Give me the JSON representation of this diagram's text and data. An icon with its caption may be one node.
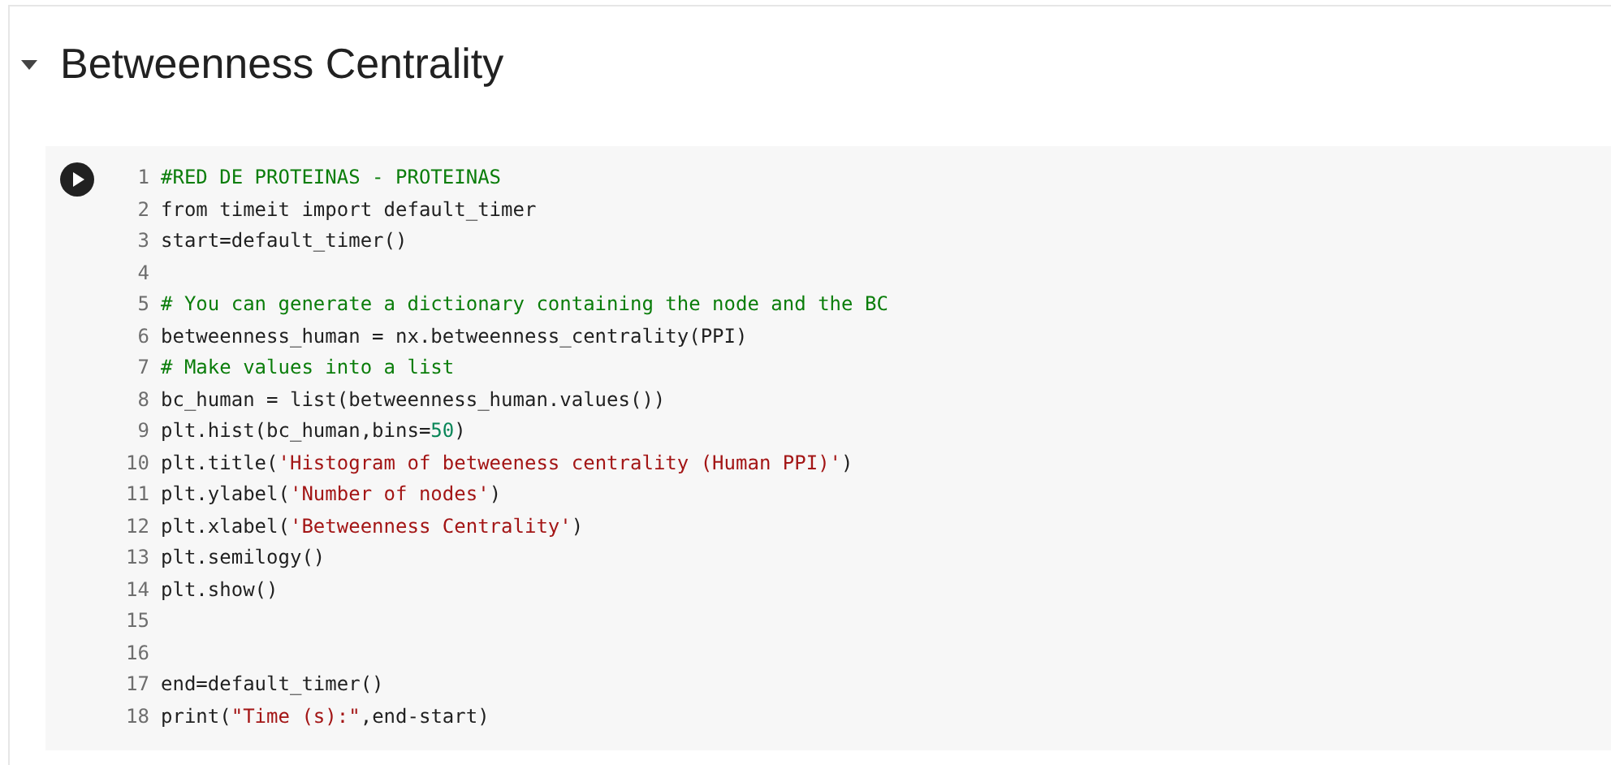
{
  "diagram": {
    "title": "Betweenness Centrality",
    "labels": [
      "1",
      "#RED DE PROTEINAS - PROTEINAS",
      "2",
      "from timeit import default_timer",
      "3",
      "start=default_timer()",
      "4",
      "5",
      "# You can generate a dictionary containing the node and the BC",
      "6",
      "betweenness_human = nx.betweenness_centrality(PPI)",
      "7",
      "# Make values into a list",
      "8",
      "bc_human = list(betweenness_human.values())",
      "9",
      "plt.hist(bc_human,bins=50)",
      "10",
      "plt.title('Histogram of betweeness centrality (Human PPI)')",
      "11",
      "plt.ylabel('Number of nodes')",
      "12",
      "plt.xlabel('Betweenness Centrality')",
      "13",
      "plt.semilogy()",
      "14",
      "plt.show()",
      "15",
      "16",
      "17",
      "end=default_timer()",
      "18",
      "print(\"Time (s):\",end-start)"
    ]
  }
}
